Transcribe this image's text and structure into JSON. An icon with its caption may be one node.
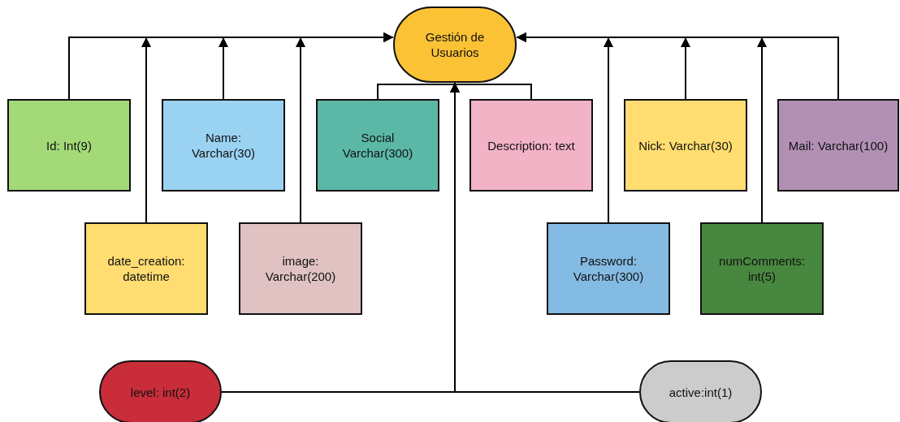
{
  "diagram": {
    "nodes": [
      {
        "text": [
          "Gestión de Usuarios"
        ]
      },
      {
        "text": [
          "Id: Int(9)"
        ]
      },
      {
        "text": [
          "Name: Varchar(30)"
        ]
      },
      {
        "text": [
          "Social Varchar(300)"
        ]
      },
      {
        "text": [
          "Description: text"
        ]
      },
      {
        "text": [
          "Nick: Varchar(30)"
        ]
      },
      {
        "text": [
          "Mail: Varchar(100)"
        ]
      },
      {
        "text": [
          "date_creation: datetime"
        ]
      },
      {
        "text": [
          "image: Varchar(200)"
        ]
      },
      {
        "text": [
          "Password: Varchar(300)"
        ]
      },
      {
        "text": [
          "numComments: int(5)"
        ]
      },
      {
        "text": [
          "level: int(2)"
        ]
      },
      {
        "text": [
          "active:int(1)"
        ]
      }
    ],
    "edges": [
      {
        "from": 1,
        "to": 0,
        "arrow": "to"
      },
      {
        "from": 2,
        "to": 0,
        "arrow": "to"
      },
      {
        "from": 3,
        "to": 0,
        "arrow": "to"
      },
      {
        "from": 4,
        "to": 0,
        "arrow": "to"
      },
      {
        "from": 5,
        "to": 0,
        "arrow": "to"
      },
      {
        "from": 6,
        "to": 0,
        "arrow": "to"
      },
      {
        "from": 7,
        "to": 0,
        "arrow": "to"
      },
      {
        "from": 8,
        "to": 0,
        "arrow": "to"
      },
      {
        "from": 9,
        "to": 0,
        "arrow": "to"
      },
      {
        "from": 10,
        "to": 0,
        "arrow": "to"
      },
      {
        "from": 11,
        "to": 0,
        "arrow": "to"
      },
      {
        "from": 12,
        "to": 0,
        "arrow": "to"
      }
    ]
  }
}
